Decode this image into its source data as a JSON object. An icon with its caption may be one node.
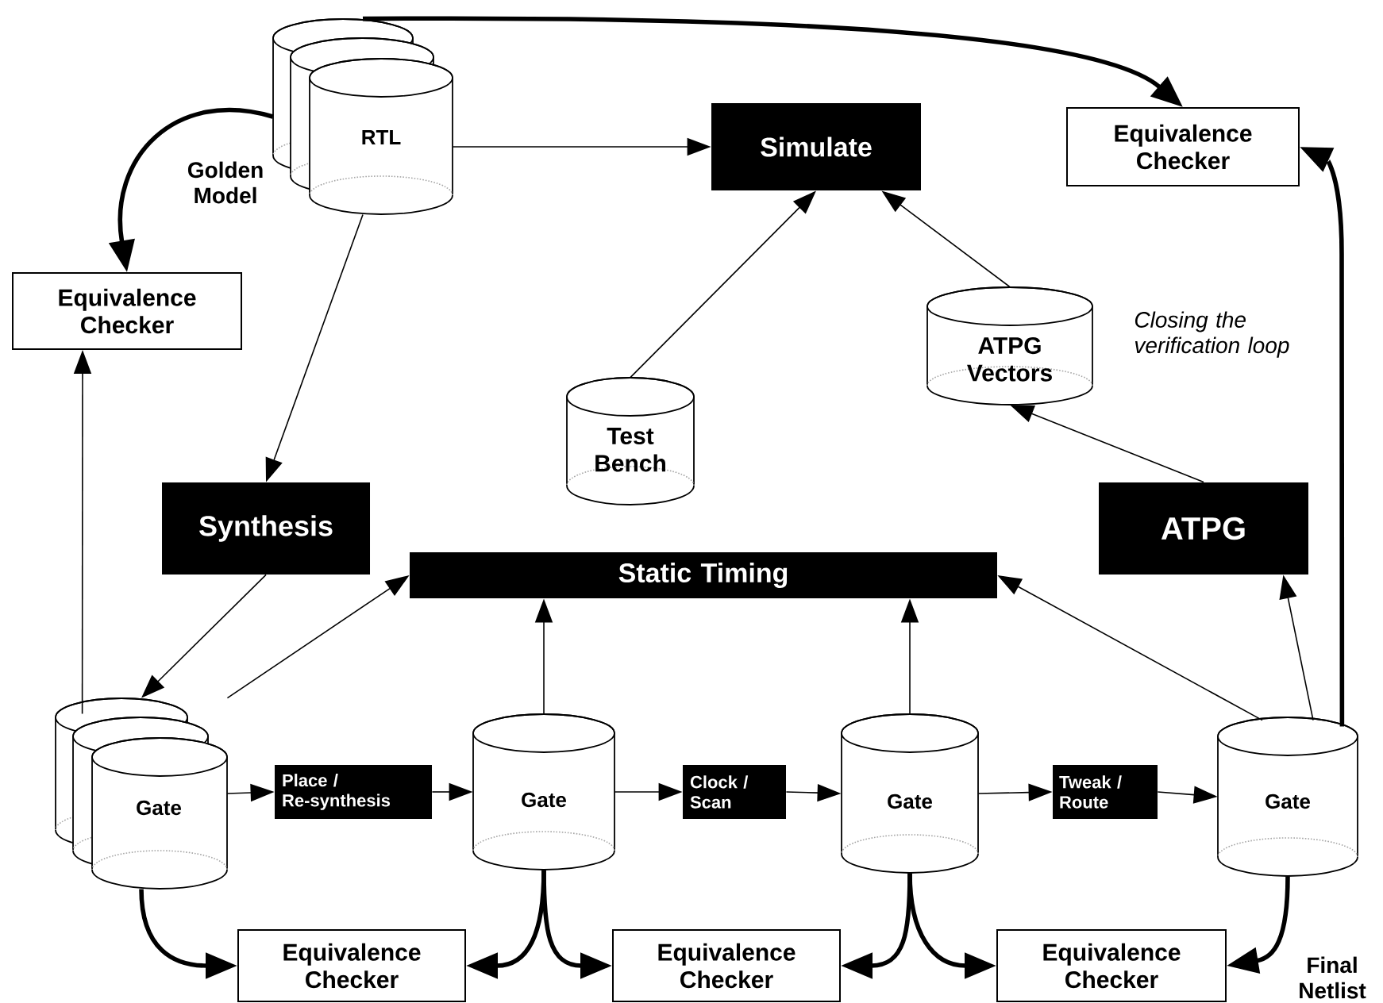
{
  "diagram": {
    "nodes": [
      {
        "text": [
          "RTL"
        ],
        "beside": [
          "Golden Model"
        ]
      },
      {
        "text": [
          "Simulate"
        ]
      },
      {
        "text": [
          "Equivalence Checker"
        ]
      },
      {
        "text": [
          "Equivalence Checker"
        ]
      },
      {
        "text": [
          "Test Bench"
        ]
      },
      {
        "text": [
          "ATPG Vectors"
        ]
      },
      {
        "text": [
          "Synthesis"
        ]
      },
      {
        "text": [
          "Static Timing"
        ]
      },
      {
        "text": [
          "ATPG"
        ]
      },
      {
        "text": [
          "Gate"
        ]
      },
      {
        "text": [
          "Place / Re-synthesis"
        ]
      },
      {
        "text": [
          "Gate"
        ]
      },
      {
        "text": [
          "Clock / Scan"
        ]
      },
      {
        "text": [
          "Gate"
        ]
      },
      {
        "text": [
          "Tweak / Route"
        ]
      },
      {
        "text": [
          "Gate"
        ],
        "beside": [
          "Final Netlist"
        ]
      },
      {
        "text": [
          "Equivalence Checker"
        ]
      },
      {
        "text": [
          "Equivalence Checker"
        ]
      },
      {
        "text": [
          "Equivalence Checker"
        ]
      }
    ],
    "edges": [
      {
        "from": 0,
        "to": 1,
        "arrow": "to"
      },
      {
        "from": 0,
        "to": 2,
        "arrow": "to",
        "style": "thick"
      },
      {
        "from": 0,
        "to": 3,
        "arrow": "to",
        "style": "thick"
      },
      {
        "from": 0,
        "to": 6,
        "arrow": "to"
      },
      {
        "from": 4,
        "to": 1,
        "arrow": "to"
      },
      {
        "from": 5,
        "to": 1,
        "arrow": "to"
      },
      {
        "from": 6,
        "to": 9,
        "arrow": "to"
      },
      {
        "from": 9,
        "to": 7,
        "arrow": "to"
      },
      {
        "from": 9,
        "to": 3,
        "arrow": "to"
      },
      {
        "from": 9,
        "to": 10,
        "arrow": "to"
      },
      {
        "from": 10,
        "to": 11,
        "arrow": "to"
      },
      {
        "from": 11,
        "to": 7,
        "arrow": "to"
      },
      {
        "from": 11,
        "to": 12,
        "arrow": "to"
      },
      {
        "from": 12,
        "to": 13,
        "arrow": "to"
      },
      {
        "from": 13,
        "to": 7,
        "arrow": "to"
      },
      {
        "from": 13,
        "to": 14,
        "arrow": "to"
      },
      {
        "from": 14,
        "to": 15,
        "arrow": "to"
      },
      {
        "from": 15,
        "to": 7,
        "arrow": "to"
      },
      {
        "from": 15,
        "to": 8,
        "arrow": "to"
      },
      {
        "from": 8,
        "to": 5,
        "arrow": "to"
      },
      {
        "from": 15,
        "to": 2,
        "arrow": "to",
        "style": "thick"
      },
      {
        "from": 9,
        "to": 16,
        "arrow": "to",
        "style": "thick"
      },
      {
        "from": 11,
        "to": 16,
        "arrow": "to",
        "style": "thick"
      },
      {
        "from": 11,
        "to": 17,
        "arrow": "to",
        "style": "thick"
      },
      {
        "from": 13,
        "to": 17,
        "arrow": "to",
        "style": "thick"
      },
      {
        "from": 13,
        "to": 18,
        "arrow": "to",
        "style": "thick"
      },
      {
        "from": 15,
        "to": 18,
        "arrow": "to",
        "style": "thick"
      }
    ],
    "labels": [
      "Closing the verification loop"
    ]
  }
}
